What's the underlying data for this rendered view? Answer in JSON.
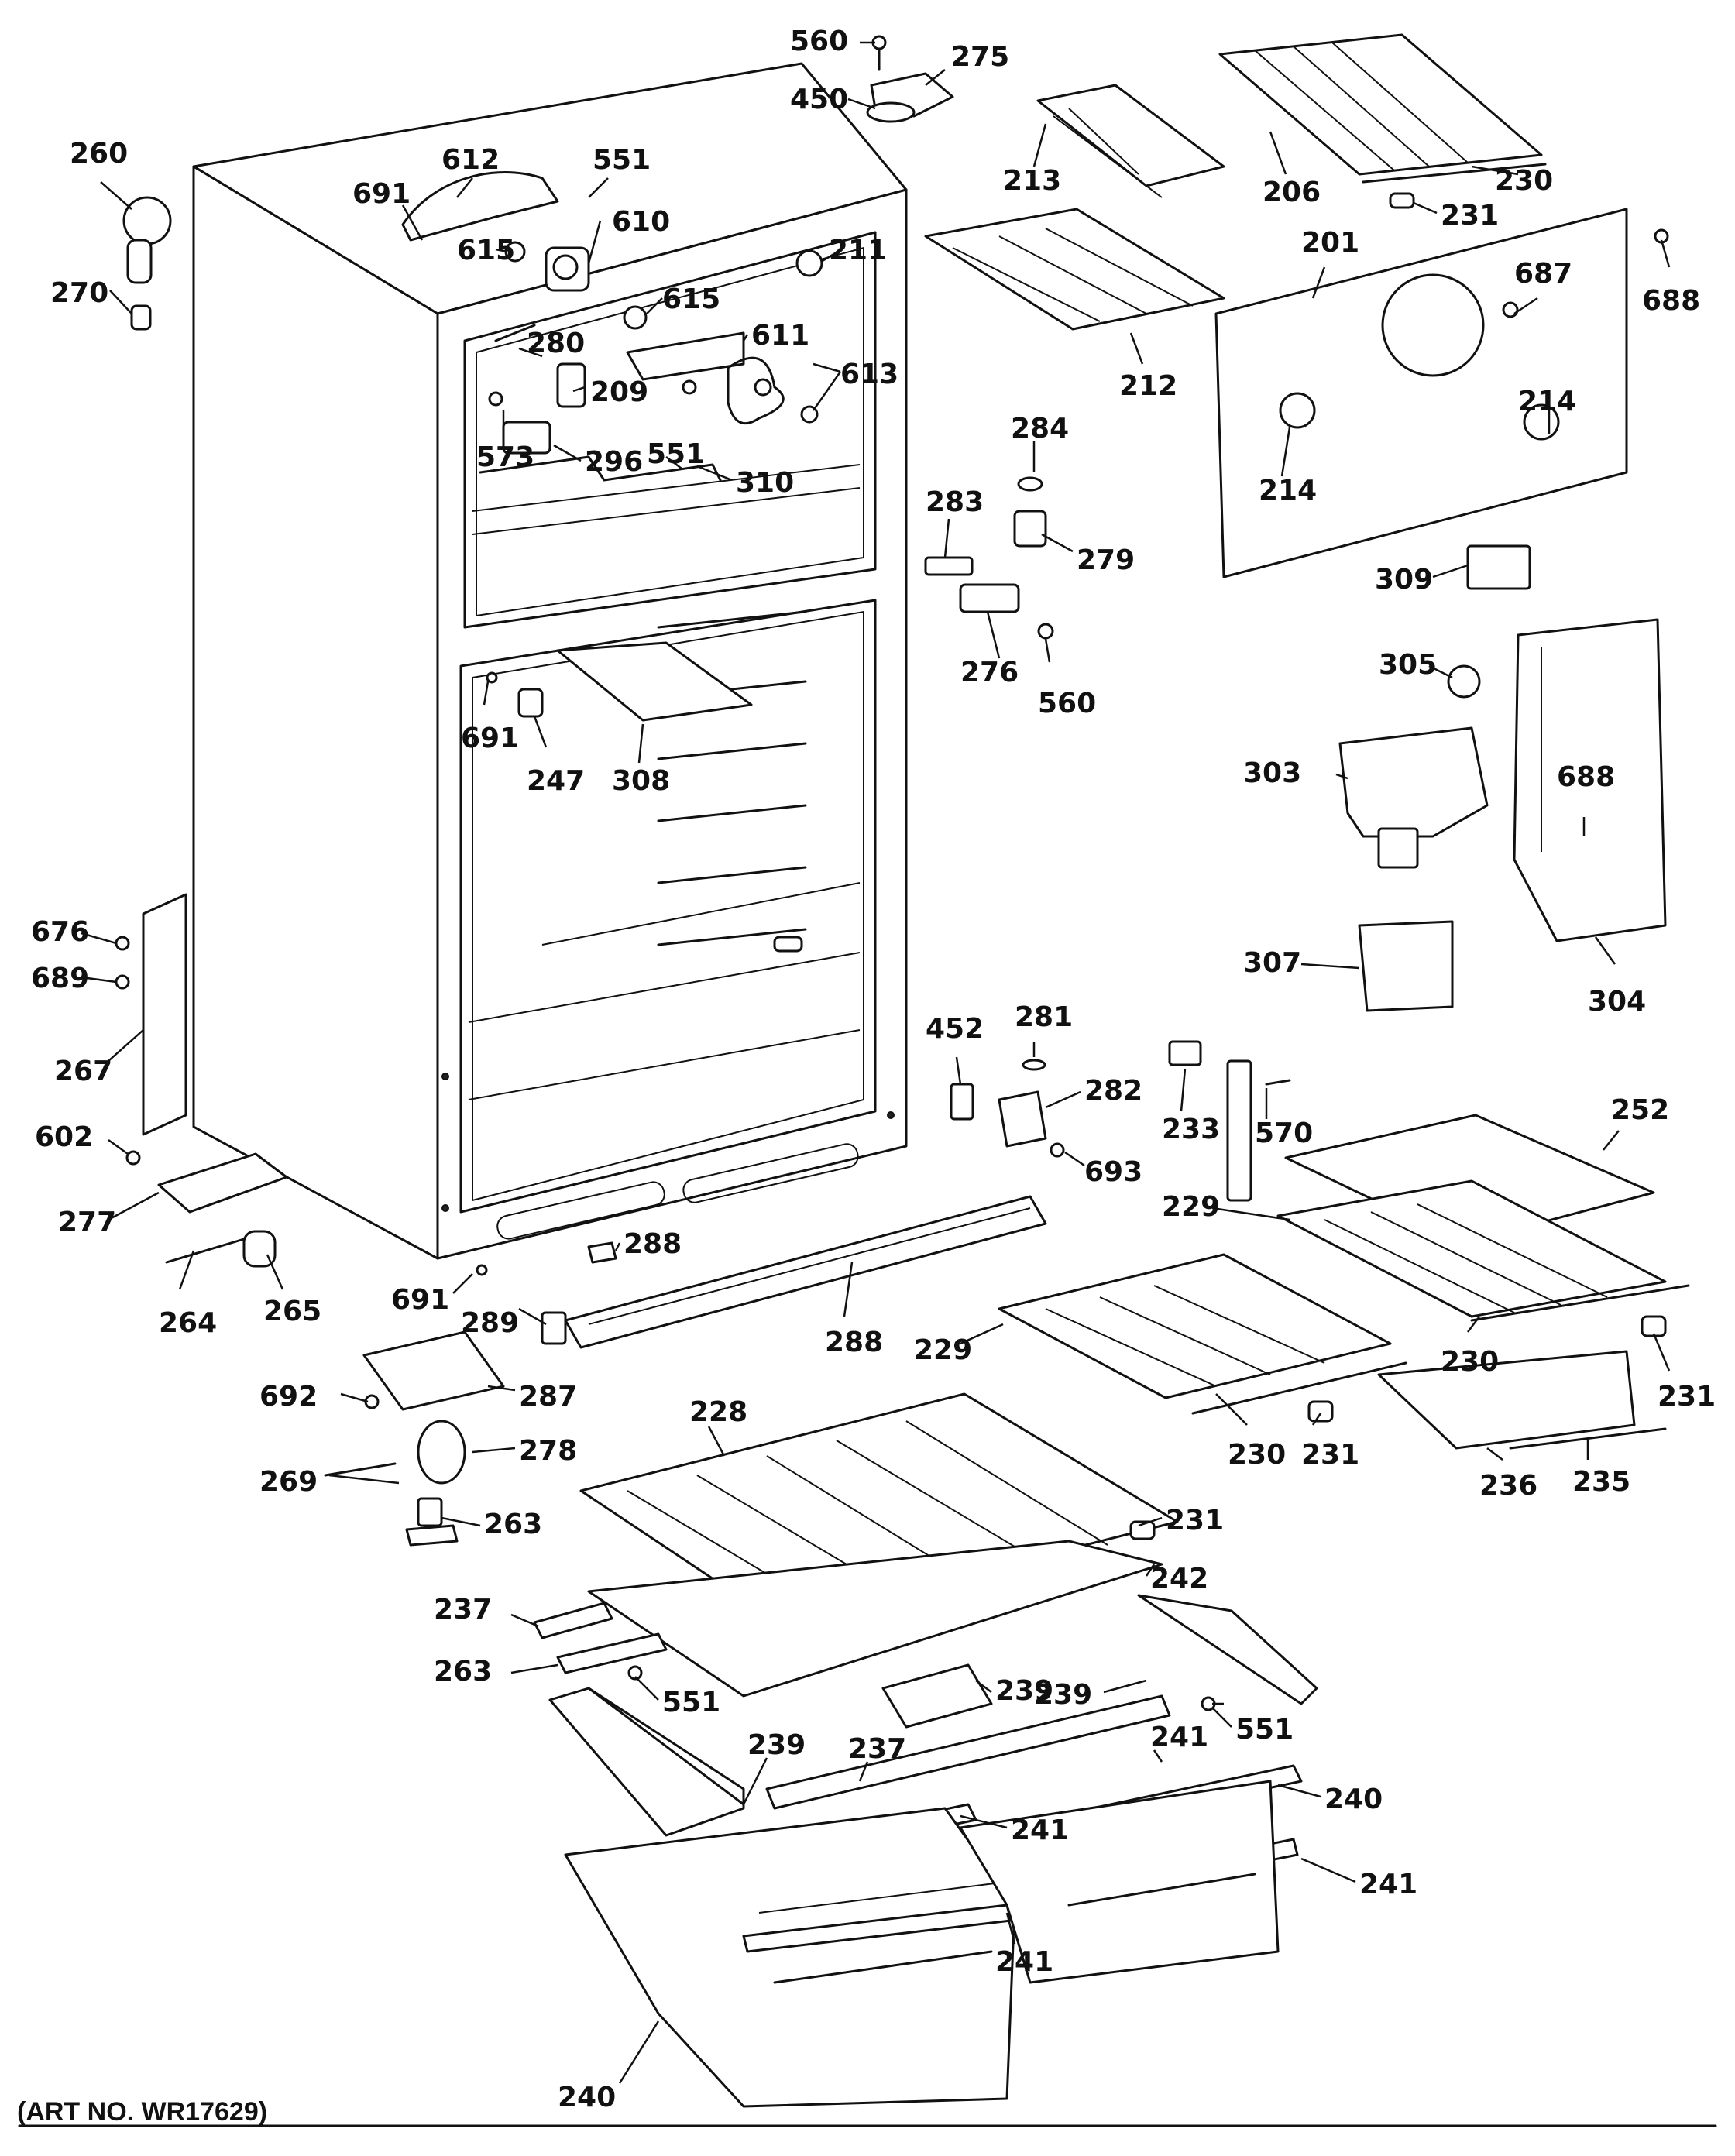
{
  "caption": "(ART NO. WR17629)",
  "labels": [
    {
      "id": "l560a",
      "text": "560"
    },
    {
      "id": "l275",
      "text": "275"
    },
    {
      "id": "l450",
      "text": "450"
    },
    {
      "id": "l213",
      "text": "213"
    },
    {
      "id": "l206",
      "text": "206"
    },
    {
      "id": "l230a",
      "text": "230"
    },
    {
      "id": "l231a",
      "text": "231"
    },
    {
      "id": "l201",
      "text": "201"
    },
    {
      "id": "l688a",
      "text": "688"
    },
    {
      "id": "l687",
      "text": "687"
    },
    {
      "id": "l260",
      "text": "260"
    },
    {
      "id": "l270",
      "text": "270"
    },
    {
      "id": "l612",
      "text": "612"
    },
    {
      "id": "l551a",
      "text": "551"
    },
    {
      "id": "l691a",
      "text": "691"
    },
    {
      "id": "l610",
      "text": "610"
    },
    {
      "id": "l615a",
      "text": "615"
    },
    {
      "id": "l211",
      "text": "211"
    },
    {
      "id": "l615b",
      "text": "615"
    },
    {
      "id": "l611",
      "text": "611"
    },
    {
      "id": "l280",
      "text": "280"
    },
    {
      "id": "l613",
      "text": "613"
    },
    {
      "id": "l209",
      "text": "209"
    },
    {
      "id": "l573",
      "text": "573"
    },
    {
      "id": "l551b",
      "text": "551"
    },
    {
      "id": "l296",
      "text": "296"
    },
    {
      "id": "l310",
      "text": "310"
    },
    {
      "id": "l212",
      "text": "212"
    },
    {
      "id": "l284",
      "text": "284"
    },
    {
      "id": "l214a",
      "text": "214"
    },
    {
      "id": "l214b",
      "text": "214"
    },
    {
      "id": "l283",
      "text": "283"
    },
    {
      "id": "l279",
      "text": "279"
    },
    {
      "id": "l309",
      "text": "309"
    },
    {
      "id": "l276",
      "text": "276"
    },
    {
      "id": "l560b",
      "text": "560"
    },
    {
      "id": "l305",
      "text": "305"
    },
    {
      "id": "l691b",
      "text": "691"
    },
    {
      "id": "l247",
      "text": "247"
    },
    {
      "id": "l308",
      "text": "308"
    },
    {
      "id": "l303",
      "text": "303"
    },
    {
      "id": "l688b",
      "text": "688"
    },
    {
      "id": "l676",
      "text": "676"
    },
    {
      "id": "l689",
      "text": "689"
    },
    {
      "id": "l267",
      "text": "267"
    },
    {
      "id": "l307",
      "text": "307"
    },
    {
      "id": "l304",
      "text": "304"
    },
    {
      "id": "l452",
      "text": "452"
    },
    {
      "id": "l281",
      "text": "281"
    },
    {
      "id": "l282",
      "text": "282"
    },
    {
      "id": "l233",
      "text": "233"
    },
    {
      "id": "l570",
      "text": "570"
    },
    {
      "id": "l252",
      "text": "252"
    },
    {
      "id": "l602",
      "text": "602"
    },
    {
      "id": "l693",
      "text": "693"
    },
    {
      "id": "l277",
      "text": "277"
    },
    {
      "id": "l229a",
      "text": "229"
    },
    {
      "id": "l288a",
      "text": "288"
    },
    {
      "id": "l264",
      "text": "264"
    },
    {
      "id": "l265",
      "text": "265"
    },
    {
      "id": "l691c",
      "text": "691"
    },
    {
      "id": "l289",
      "text": "289"
    },
    {
      "id": "l288b",
      "text": "288"
    },
    {
      "id": "l229b",
      "text": "229"
    },
    {
      "id": "l230b",
      "text": "230"
    },
    {
      "id": "l231b",
      "text": "231"
    },
    {
      "id": "l692",
      "text": "692"
    },
    {
      "id": "l287",
      "text": "287"
    },
    {
      "id": "l228",
      "text": "228"
    },
    {
      "id": "l230c",
      "text": "230"
    },
    {
      "id": "l231c",
      "text": "231"
    },
    {
      "id": "l236",
      "text": "236"
    },
    {
      "id": "l235",
      "text": "235"
    },
    {
      "id": "l278",
      "text": "278"
    },
    {
      "id": "l269",
      "text": "269"
    },
    {
      "id": "l231d",
      "text": "231"
    },
    {
      "id": "l263a",
      "text": "263"
    },
    {
      "id": "l242",
      "text": "242"
    },
    {
      "id": "l237a",
      "text": "237"
    },
    {
      "id": "l263b",
      "text": "263"
    },
    {
      "id": "l239a",
      "text": "239"
    },
    {
      "id": "l239b",
      "text": "239"
    },
    {
      "id": "l551c",
      "text": "551"
    },
    {
      "id": "l551d",
      "text": "551"
    },
    {
      "id": "l239c",
      "text": "239"
    },
    {
      "id": "l237b",
      "text": "237"
    },
    {
      "id": "l241a",
      "text": "241"
    },
    {
      "id": "l240a",
      "text": "240"
    },
    {
      "id": "l241b",
      "text": "241"
    },
    {
      "id": "l241c",
      "text": "241"
    },
    {
      "id": "l241d",
      "text": "241"
    },
    {
      "id": "l240b",
      "text": "240"
    }
  ]
}
